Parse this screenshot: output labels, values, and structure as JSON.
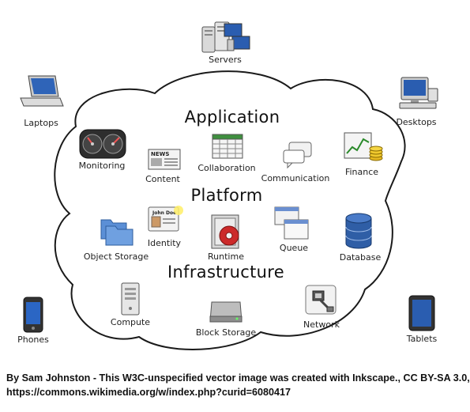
{
  "layers": {
    "application": "Application",
    "platform": "Platform",
    "infrastructure": "Infrastructure"
  },
  "clients": {
    "servers": "Servers",
    "laptops": "Laptops",
    "desktops": "Desktops",
    "phones": "Phones",
    "tablets": "Tablets"
  },
  "application_items": {
    "monitoring": "Monitoring",
    "content": "Content",
    "collaboration": "Collaboration",
    "communication": "Communication",
    "finance": "Finance"
  },
  "platform_items": {
    "object_storage": "Object Storage",
    "identity": "Identity",
    "identity_card_name": "John Doe",
    "runtime": "Runtime",
    "queue": "Queue",
    "database": "Database"
  },
  "infrastructure_items": {
    "compute": "Compute",
    "block_storage": "Block Storage",
    "network": "Network"
  },
  "content_newspaper_text": "NEWS",
  "credit": {
    "line1": "By Sam Johnston - This W3C-unspecified vector image was created with Inkscape., CC BY-SA 3.0,",
    "line2": "https://commons.wikimedia.org/w/index.php?curid=6080417"
  }
}
